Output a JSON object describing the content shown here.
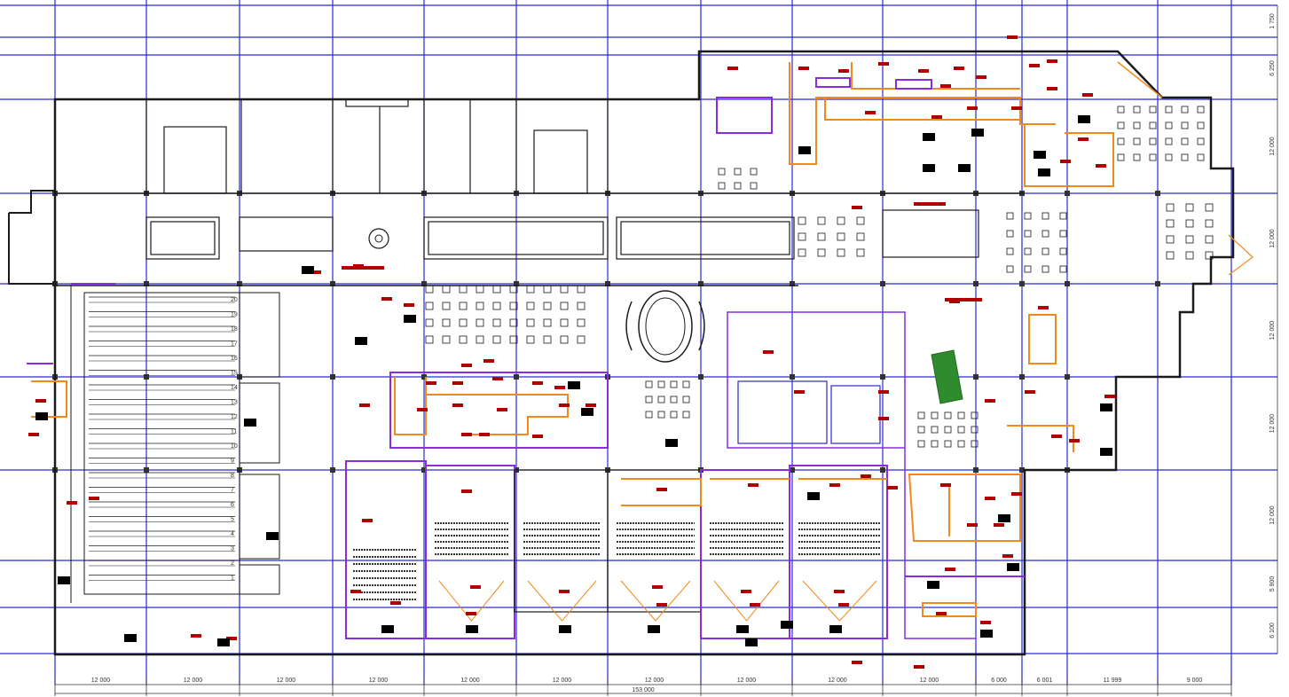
{
  "drawing": {
    "bottom_segment_labels": [
      "12 000",
      "12 000",
      "12 000",
      "12 000",
      "12 000",
      "12 000",
      "12 000",
      "12 000",
      "12 000",
      "12 000",
      "6 000",
      "6 001",
      "11 999",
      "9 000"
    ],
    "overall_label": "153 000",
    "right_labels": [
      "1 750",
      "6 250",
      "12 000",
      "12 000",
      "12 000",
      "12 000",
      "12 000",
      "5 900",
      "6 100"
    ],
    "bowling_lane_numbers": [
      "20",
      "19",
      "18",
      "17",
      "16",
      "15",
      "14",
      "13",
      "12",
      "11",
      "10",
      "9",
      "8",
      "7",
      "6",
      "5",
      "4",
      "3",
      "2",
      "1"
    ]
  },
  "colors": {
    "grid": "#2a2ad0",
    "wall": "#1a1a1a",
    "partition": "#f08a1c",
    "purple": "#8a2be2",
    "tag": "#b00000",
    "blackTag": "#000000"
  }
}
